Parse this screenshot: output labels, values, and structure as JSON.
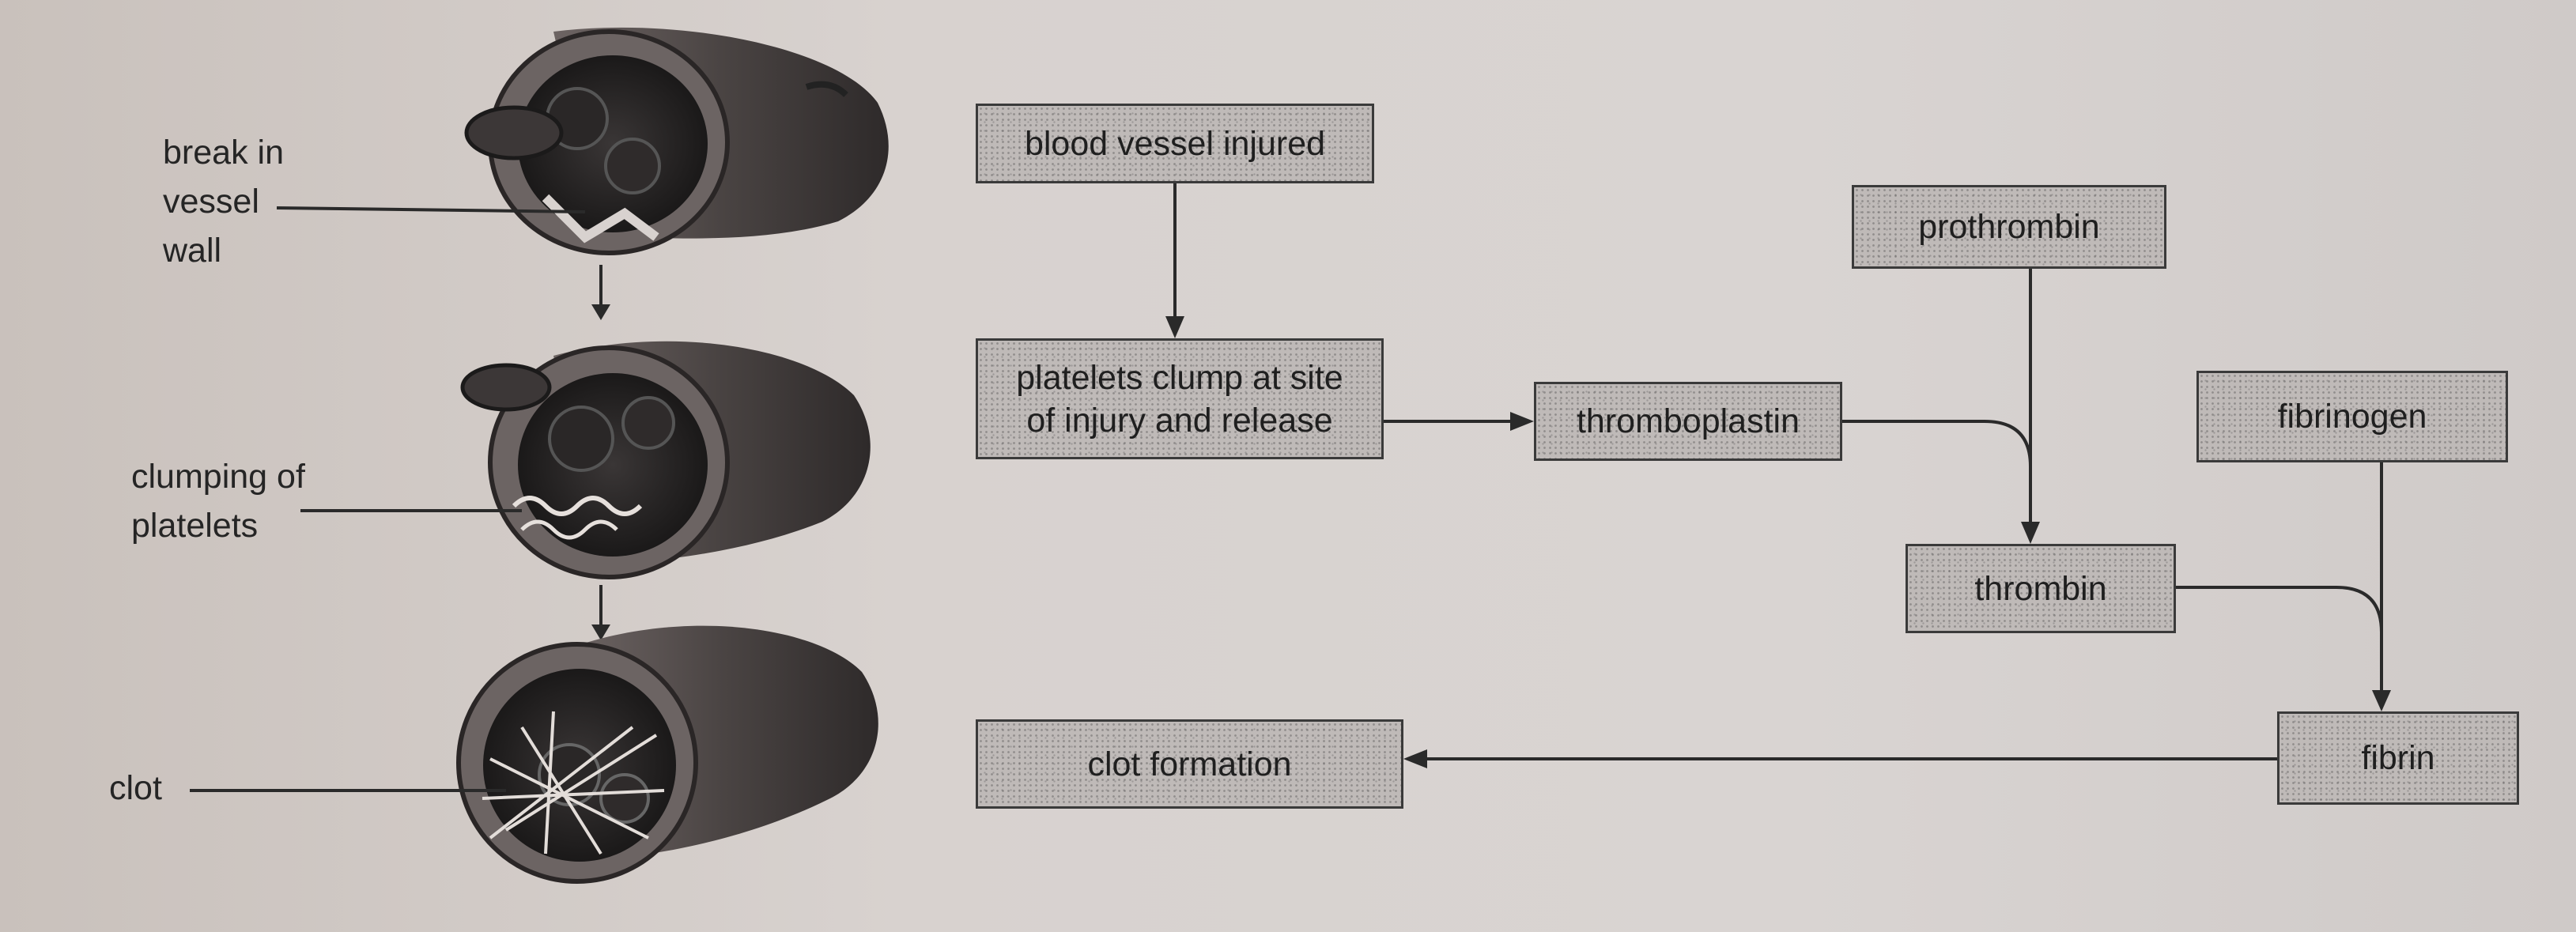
{
  "vessel_labels": {
    "break_line1": "break in",
    "break_line2": "vessel",
    "break_line3": "wall",
    "clump_line1": "clumping of",
    "clump_line2": "platelets",
    "clot": "clot"
  },
  "flow": {
    "blood_vessel_injured": "blood vessel injured",
    "platelets_line1": "platelets clump at site",
    "platelets_line2": "of injury and release",
    "thromboplastin": "thromboplastin",
    "prothrombin": "prothrombin",
    "thrombin": "thrombin",
    "fibrinogen": "fibrinogen",
    "fibrin": "fibrin",
    "clot_formation": "clot formation"
  },
  "colors": {
    "box_fill": "#bfbab8",
    "box_border": "#3a3a3a",
    "arrow": "#2a2a2a",
    "vessel_wall": "#5a5352",
    "vessel_dark": "#1c1b1b"
  }
}
